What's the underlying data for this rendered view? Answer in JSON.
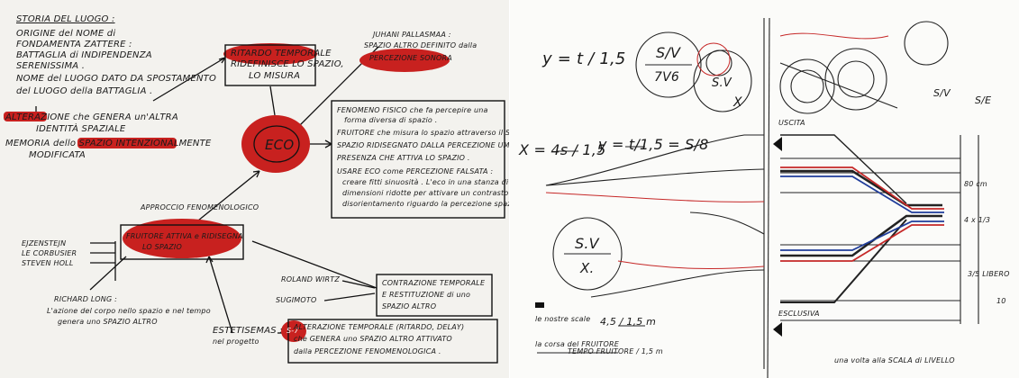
{
  "left": {
    "storia": {
      "title": "STORIA DEL LUOGO :",
      "lines": [
        "ORIGINE del NOME di",
        "FONDAMENTA ZATTERE :",
        "BATTAGLIA di INDIPENDENZA",
        "SERENISSIMA .",
        "NOME del LUOGO DATO DA SPOSTAMENTO",
        "del LUOGO della BATTAGLIA ."
      ]
    },
    "alterazione_line1": "ALTERAZIONE che GENERA un'ALTRA",
    "alterazione_line2": "IDENTITÀ SPAZIALE",
    "memoria_line1": "MEMORIA dello SPAZIO INTENZIONALMENTE",
    "memoria_line2": "MODIFICATA",
    "ritardo_box": [
      "RITARDO TEMPORALE",
      "RIDEFINISCE LO SPAZIO,",
      "LO MISURA"
    ],
    "pallasmaa": [
      "JUHANI PALLASMAA :",
      "SPAZIO ALTRO DEFINITO dalla",
      "PERCEZIONE SONORA"
    ],
    "eco": "ECO",
    "eco_notes": [
      "FENOMENO FISICO che fa percepire una",
      "forma diversa di spazio .",
      "FRUITORE che misura lo spazio attraverso il SUONO",
      "SPAZIO RIDISEGNATO DALLA PERCEZIONE UMANA",
      "PRESENZA CHE ATTIVA LO SPAZIO .",
      "USARE ECO come PERCEZIONE FALSATA :",
      "creare fitti sinuosità . L'eco in una stanza di",
      "dimensioni ridotte per attivare un contrasto e un",
      "disorientamento riguardo la percezione spaziale ."
    ],
    "approccio": "APPROCCIO FENOMENOLOGICO",
    "fruitore_box": [
      "FRUITORE ATTIVA e RIDISEGNA",
      "LO SPAZIO"
    ],
    "artists": [
      "EJZENSTEJN",
      "LE CORBUSIER",
      "STEVEN HOLL"
    ],
    "richard_long": [
      "RICHARD LONG :",
      "L'azione del corpo nello spazio e nel tempo",
      "genera uno SPAZIO ALTRO"
    ],
    "roland": "ROLAND WIRTZ",
    "sugimoto": "SUGIMOTO",
    "contrazione_box": [
      "CONTRAZIONE TEMPORALE",
      "E RESTITUZIONE di uno",
      "SPAZIO ALTRO"
    ],
    "estetisemas": "ESTETISEMAS :",
    "estetisemas_code": "S-7",
    "nel_progetto": "nel progetto",
    "final_box": [
      "ALTERAZIONE TEMPORALE (RITARDO, DELAY)",
      "che GENERA uno SPAZIO ALTRO ATTIVATO",
      "dalla PERCEZIONE FENOMENOLOGICA ."
    ],
    "accent": "#c8211f"
  },
  "right": {
    "formula_top": "y = t / 1,5",
    "formula_x": "X = 4s / 1,5",
    "formula_y": "y = t/1,5 = S/8",
    "circle_top": "S/V",
    "circle_top_den": "7V6",
    "circle_small": "S.V",
    "circle_x": "X",
    "circle_big": "S.V",
    "circle_big_den": "X.",
    "sgv": "S/V",
    "sle": "S/E",
    "legend_note1": "le nostre scale",
    "legend_frac1": "4,5 / 1,5 m",
    "legend_note2": "la corsa del FRUITORE",
    "legend_frac2": "TEMPO FRUITORE / 1,5 m",
    "side_labels": [
      "80 cm",
      "4 x 1/3",
      "3/5 LIBERO",
      "10"
    ],
    "note_bottom": "una volta alla SCALA di LIVELLO",
    "label_uscita": "USCITA",
    "label_scala": "ESCLUSIVA"
  }
}
